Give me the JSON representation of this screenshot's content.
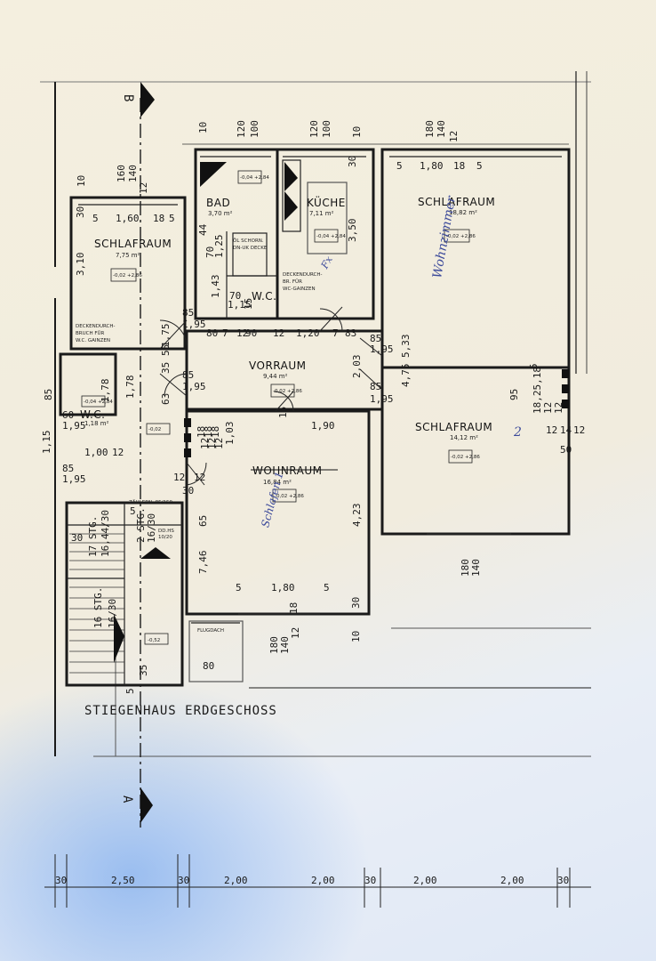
{
  "title": "STIEGENHAUS ERDGESCHOSS",
  "rooms": [
    {
      "name": "SCHLAFRAUM",
      "area": "7,75 m²",
      "level": "-0,02 +2,86"
    },
    {
      "name": "BAD",
      "area": "3,70 m²",
      "level": "-0,04 +2,84"
    },
    {
      "name": "KÜCHE",
      "area": "7,11 m²",
      "level": "-0,04 +2,84"
    },
    {
      "name": "SCHLAFRAUM",
      "area": "18,82 m²",
      "level": "-0,02 +2,86"
    },
    {
      "name": "VORRAUM",
      "area": "9,44 m²",
      "level": "-0,02 +2,86"
    },
    {
      "name": "SCHLAFRAUM",
      "area": "14,12 m²",
      "level": "-0,02 +2,86"
    },
    {
      "name": "WOHNRAUM",
      "area": "16,84 m²",
      "level": "-0,02 +2,86"
    },
    {
      "name": "W.C.",
      "area": "1,18 m²",
      "level": "-0,04 +2,84"
    },
    {
      "name": "W.C.",
      "area": "",
      "level": ""
    }
  ],
  "notes": {
    "decke1": "DECKENDURCH-",
    "decke1b": "BRUCH FÜR",
    "decke1c": "W.C. GAINZEN",
    "decke2": "DECKENDURCH-",
    "decke2b": "BR. FÜR",
    "decke2c": "WC-GAINZEN",
    "oel": "ÖL SCHORN.",
    "oel2": "DN-UK DECKE",
    "zaehler": "ZÄHLERN. 85/150",
    "dd": "DD.HS",
    "dd2": "10/20",
    "flugdach": "FLUGDACH",
    "level_flur": "-0,02",
    "stair_level": "-0,52",
    "stair1": "17 STG.",
    "stair1b": "16,44/30",
    "stair2": "2 STG.",
    "stair2b": "16/30",
    "stair3": "16 STG.",
    "stair3b": "16/30",
    "section_b": "B",
    "section_a": "A",
    "door_80": "80"
  },
  "handwriting": {
    "wohnzimmer": "Wohnzimmer",
    "schlafraum2": "2",
    "schlafen1": "Schlafen 1",
    "kueche_note": "Fx"
  },
  "dimensions": {
    "top": [
      "10",
      "120",
      "100",
      "120",
      "100",
      "10",
      "180",
      "140",
      "12"
    ],
    "left_room": [
      "10",
      "160",
      "140",
      "12",
      "30",
      "5",
      "1,60",
      "18",
      "5",
      "3,10"
    ],
    "inner": [
      "30",
      "5",
      "1,80",
      "18",
      "5",
      "3,50",
      "44",
      "70",
      "1,25",
      "70",
      "1,43",
      "1,15",
      "15",
      "85",
      "1,95",
      "1,75",
      "80",
      "7",
      "12",
      "90",
      "12",
      "1,20",
      "7",
      "83",
      "85",
      "1,95",
      "5,33",
      "2,03",
      "85",
      "1,95",
      "4,75",
      "95",
      "18,25,18",
      "5",
      "12",
      "12",
      "12",
      "14",
      "12",
      "50",
      "85",
      "1,95",
      "15",
      "1,90",
      "18",
      "18",
      "18",
      "12",
      "12",
      "12",
      "1,03",
      "1,78",
      "1,78",
      "63",
      "35",
      "55",
      "85",
      "1,15",
      "60",
      "1,95",
      "85",
      "1,95",
      "1,00",
      "12",
      "12",
      "30",
      "12",
      "4,23",
      "65",
      "7,46",
      "5",
      "1,80",
      "5",
      "18",
      "30",
      "10",
      "180",
      "140",
      "12",
      "180",
      "140",
      "5",
      "35",
      "30",
      "5"
    ],
    "bottom": [
      "30",
      "2,50",
      "30",
      "2,00",
      "2,00",
      "30",
      "2,00",
      "2,00",
      "30"
    ]
  }
}
